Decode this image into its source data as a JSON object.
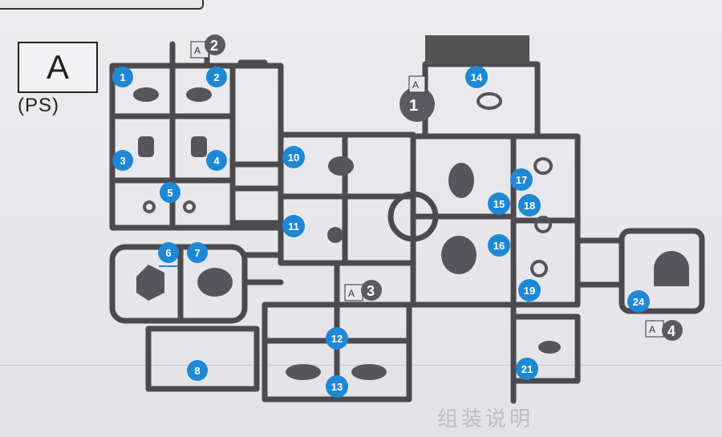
{
  "runner": {
    "letter": "A",
    "material": "(PS)"
  },
  "gate_tags": [
    {
      "id": "tag-a2",
      "letter": "A",
      "number": "2"
    },
    {
      "id": "tag-a1",
      "letter": "A",
      "number": "1"
    },
    {
      "id": "tag-a3",
      "letter": "A",
      "number": "3"
    },
    {
      "id": "tag-a4",
      "letter": "A",
      "number": "4"
    }
  ],
  "parts": [
    "1",
    "2",
    "3",
    "4",
    "5",
    "6",
    "7",
    "8",
    "10",
    "11",
    "12",
    "13",
    "14",
    "15",
    "16",
    "17",
    "18",
    "19",
    "21",
    "24"
  ],
  "colors": {
    "callout": "#1e88d6",
    "runner": "#4a4a4f",
    "paper": "#e6e6ea",
    "tag": "#5a5a60"
  },
  "footer": "组装说明"
}
